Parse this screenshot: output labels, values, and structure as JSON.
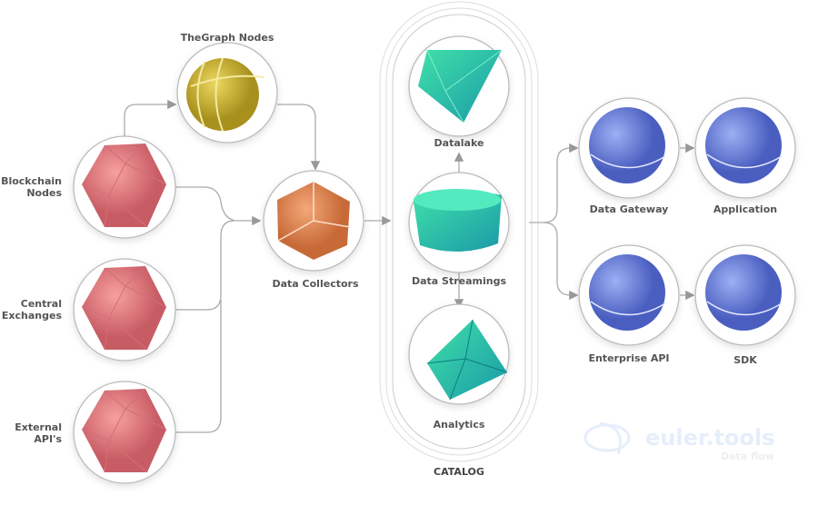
{
  "nodes": {
    "thegraph": "TheGraph Nodes",
    "blockchain": [
      "Blockchain",
      "Nodes"
    ],
    "central": [
      "Central",
      "Exchanges"
    ],
    "external": [
      "External",
      "API's"
    ],
    "collectors": "Data Collectors",
    "datalake": "Datalake",
    "streamings": "Data Streamings",
    "analytics": "Analytics",
    "gateway": "Data Gateway",
    "application": "Application",
    "enterprise": "Enterprise API",
    "sdk": "SDK"
  },
  "catalog_label": "CATALOG",
  "watermark": {
    "brand": "euler.tools",
    "subtitle": "Data flow"
  },
  "colors": {
    "source": "#f08888",
    "thegraph": "#d4c040",
    "collector": "#e8905a",
    "catalog": "#2ec8a0",
    "api": "#6e86e0",
    "line": "#aaaaaa"
  }
}
